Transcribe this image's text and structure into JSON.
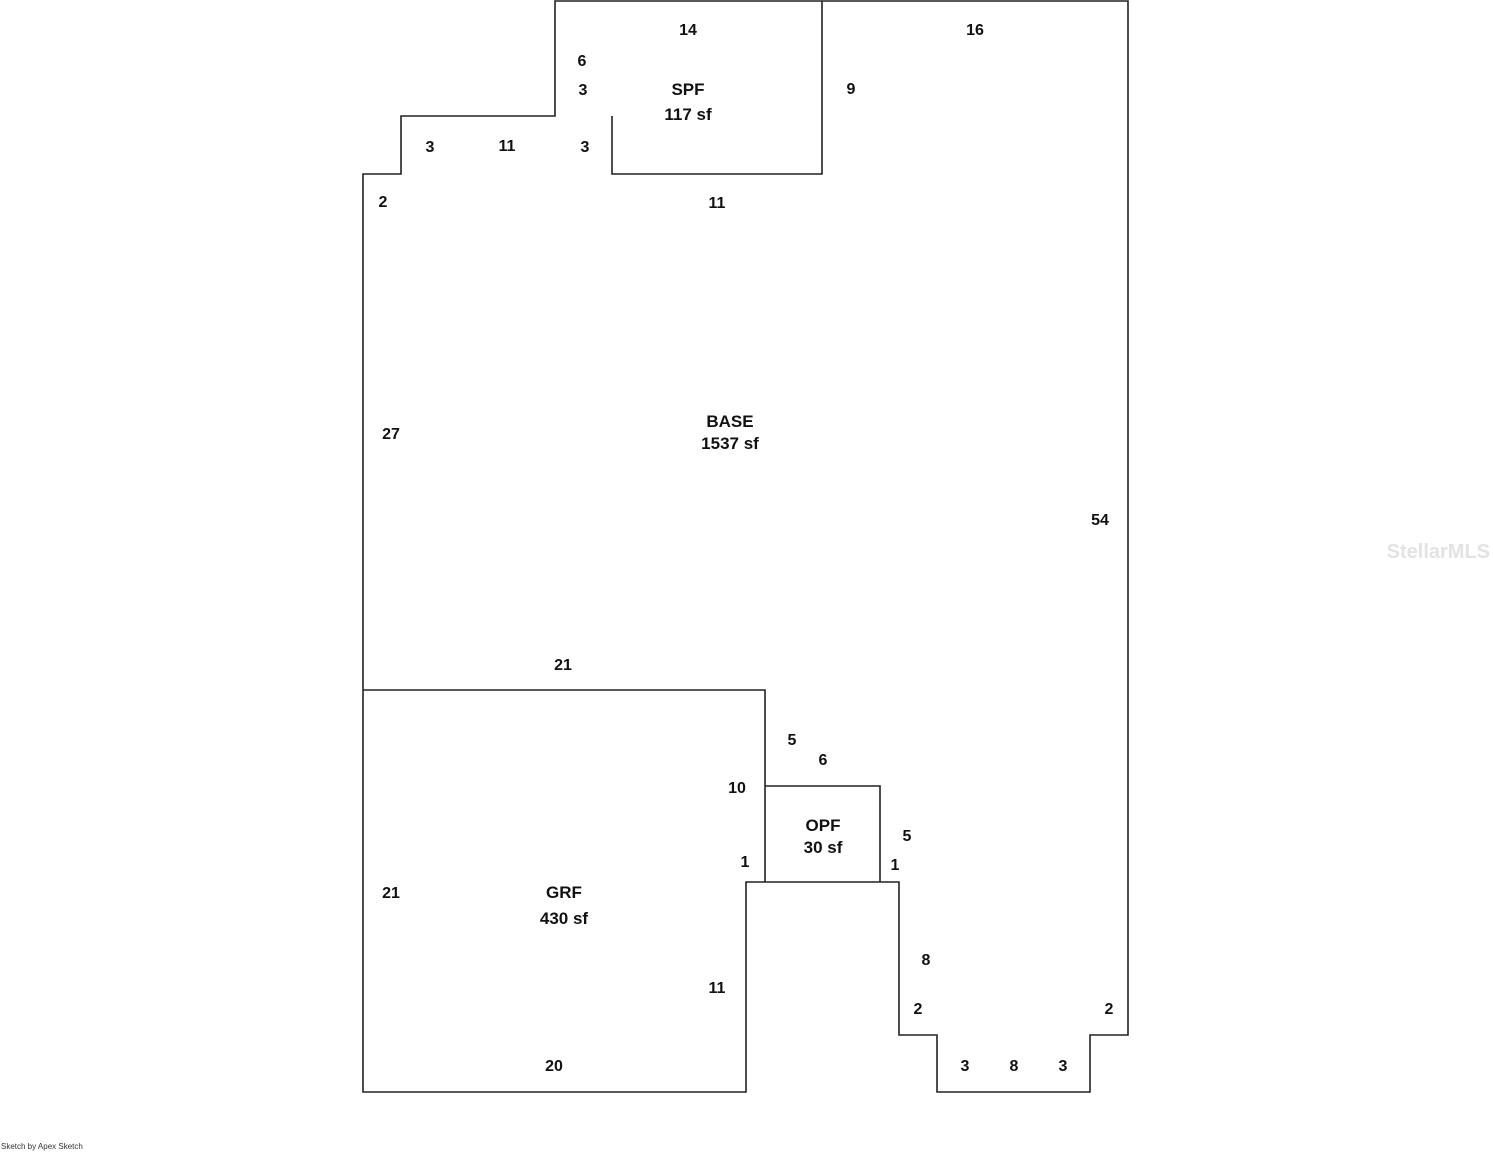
{
  "areas": {
    "spf": {
      "name": "SPF",
      "size": "117 sf"
    },
    "base": {
      "name": "BASE",
      "size": "1537 sf"
    },
    "grf": {
      "name": "GRF",
      "size": "430 sf"
    },
    "opf": {
      "name": "OPF",
      "size": "30 sf"
    }
  },
  "dimensions": {
    "spf_top": "14",
    "spf_left_upper": "6",
    "spf_left_lower": "3",
    "spf_right": "9",
    "spf_step_top_left": "3",
    "spf_step_top": "11",
    "spf_step_right": "3",
    "base_top_right": "16",
    "base_left_step": "2",
    "spf_bottom": "11",
    "base_left": "27",
    "base_right": "54",
    "grf_top": "21",
    "opf_left_upper": "5",
    "opf_top": "6",
    "opf_left": "10",
    "opf_right": "5",
    "opf_bottom_left": "1",
    "opf_bottom_right": "1",
    "grf_left": "21",
    "grf_right": "11",
    "grf_bottom": "20",
    "base_bottom_right_vertical": "8",
    "notch_left": "2",
    "notch_right": "2",
    "notch_bottom_left": "3",
    "notch_bottom": "8",
    "notch_bottom_right": "3"
  },
  "watermark": "StellarMLS",
  "credit": "Sketch by Apex Sketch"
}
